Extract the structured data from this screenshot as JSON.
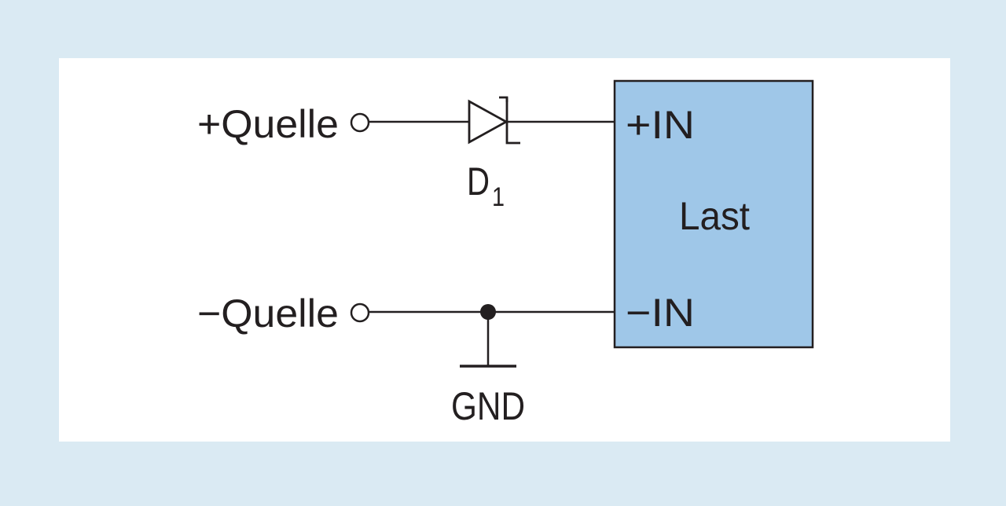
{
  "diagram": {
    "source_plus_label": "+Quelle",
    "source_minus_label": "−Quelle",
    "diode_label": "D",
    "diode_subscript": "1",
    "ground_label": "GND",
    "load": {
      "label": "Last",
      "pin_plus": "+IN",
      "pin_minus": "−IN"
    },
    "colors": {
      "background": "#daeaf3",
      "panel": "#ffffff",
      "load_fill": "#9fc7e8",
      "line": "#231f20"
    },
    "icons": {
      "diode": "schottky-diode-icon",
      "terminal": "terminal-circle-icon",
      "junction": "junction-dot-icon",
      "ground": "ground-icon"
    }
  }
}
